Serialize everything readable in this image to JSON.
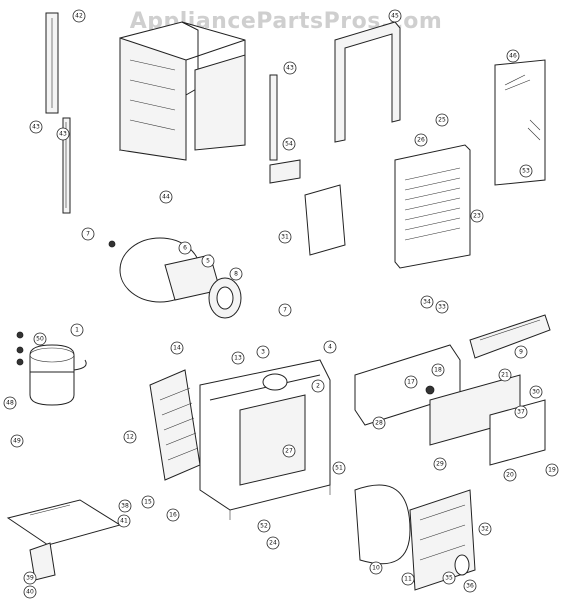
{
  "watermark": "AppliancePartsPros.com",
  "callouts": [
    {
      "label": "42"
    },
    {
      "label": "43"
    },
    {
      "label": "43"
    },
    {
      "label": "45"
    },
    {
      "label": "43"
    },
    {
      "label": "44"
    },
    {
      "label": "46"
    },
    {
      "label": "25"
    },
    {
      "label": "26"
    },
    {
      "label": "53"
    },
    {
      "label": "54"
    },
    {
      "label": "23"
    },
    {
      "label": "31"
    },
    {
      "label": "7"
    },
    {
      "label": "6"
    },
    {
      "label": "5"
    },
    {
      "label": "8"
    },
    {
      "label": "7"
    },
    {
      "label": "34"
    },
    {
      "label": "33"
    },
    {
      "label": "9"
    },
    {
      "label": "1"
    },
    {
      "label": "50"
    },
    {
      "label": "14"
    },
    {
      "label": "13"
    },
    {
      "label": "3"
    },
    {
      "label": "4"
    },
    {
      "label": "2"
    },
    {
      "label": "18"
    },
    {
      "label": "17"
    },
    {
      "label": "21"
    },
    {
      "label": "30"
    },
    {
      "label": "37"
    },
    {
      "label": "28"
    },
    {
      "label": "48"
    },
    {
      "label": "12"
    },
    {
      "label": "27"
    },
    {
      "label": "29"
    },
    {
      "label": "20"
    },
    {
      "label": "19"
    },
    {
      "label": "49"
    },
    {
      "label": "15"
    },
    {
      "label": "16"
    },
    {
      "label": "51"
    },
    {
      "label": "38"
    },
    {
      "label": "41"
    },
    {
      "label": "52"
    },
    {
      "label": "24"
    },
    {
      "label": "10"
    },
    {
      "label": "11"
    },
    {
      "label": "32"
    },
    {
      "label": "39"
    },
    {
      "label": "40"
    },
    {
      "label": "35"
    },
    {
      "label": "36"
    }
  ]
}
